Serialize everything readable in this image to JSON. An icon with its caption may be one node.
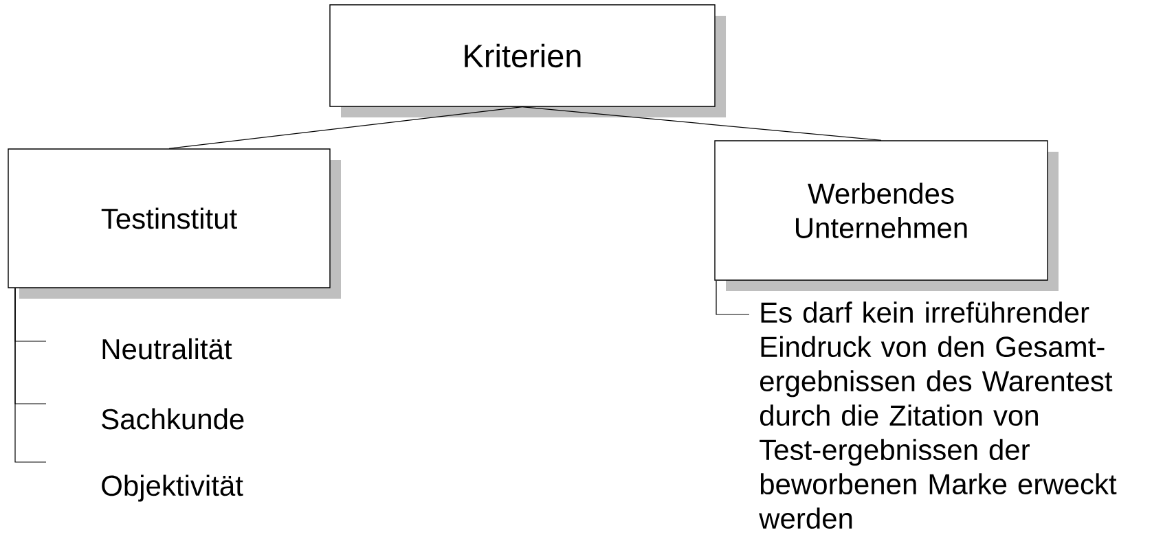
{
  "diagram": {
    "nodes": [
      {
        "text": [
          "Kriterien"
        ]
      },
      {
        "text": [
          "Testinstitut"
        ]
      },
      {
        "text": [
          "Werbendes Unternehmen"
        ]
      },
      {
        "text": [
          "Neutralität"
        ]
      },
      {
        "text": [
          "Sachkunde"
        ]
      },
      {
        "text": [
          "Objektivität"
        ]
      },
      {
        "text": [
          "Es darf kein irreführender Eindruck von den Gesamt-ergebnissen des Warentest durch die Zitation von Test-ergebnissen der beworbenen Marke erweckt werden"
        ]
      }
    ],
    "edges": [
      {
        "from": 0,
        "to": 1,
        "arrow": "none"
      },
      {
        "from": 0,
        "to": 2,
        "arrow": "none"
      },
      {
        "from": 1,
        "to": 3,
        "arrow": "none"
      },
      {
        "from": 1,
        "to": 4,
        "arrow": "none"
      },
      {
        "from": 1,
        "to": 5,
        "arrow": "none"
      },
      {
        "from": 2,
        "to": 6,
        "arrow": "none"
      }
    ]
  }
}
